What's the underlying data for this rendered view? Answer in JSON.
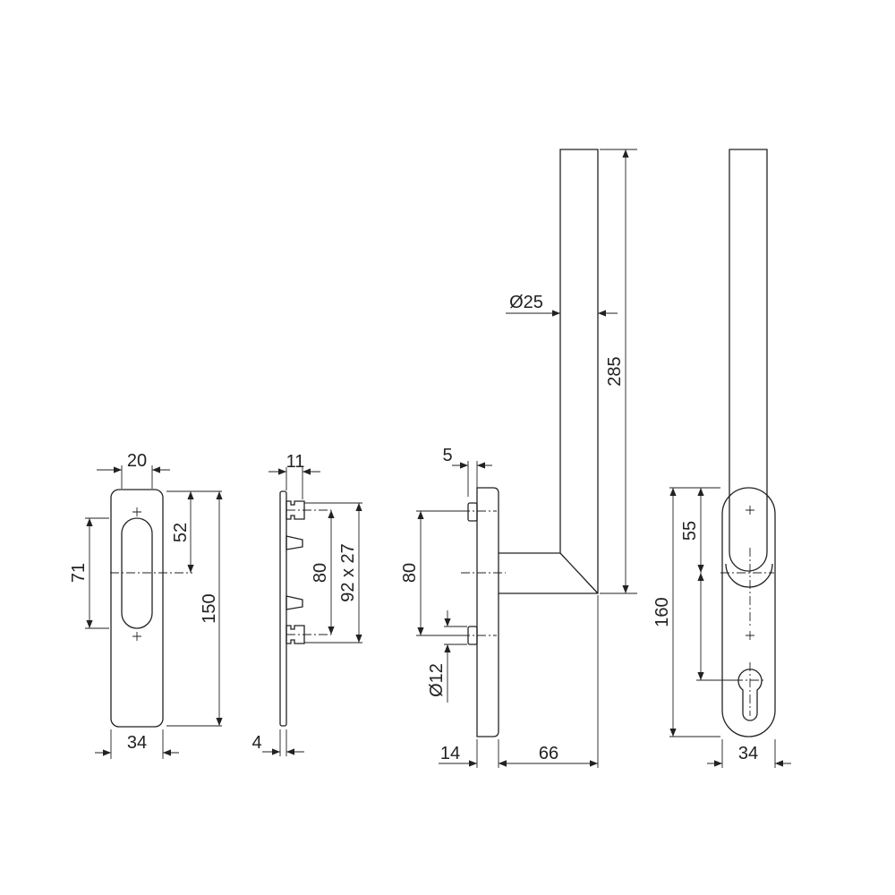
{
  "drawing": {
    "colors": {
      "line": "#222222",
      "background": "#ffffff"
    },
    "rosette_front": {
      "width_top": "20",
      "slot_offset": "52",
      "slot_length": "71",
      "height": "150",
      "width": "34"
    },
    "rosette_side": {
      "depth": "11",
      "plate_thickness": "4",
      "spacing": "80",
      "block": "92 x 27"
    },
    "handle_side": {
      "diameter": "Ø25",
      "length": "285",
      "pin_offset": "5",
      "screw_spacing": "80",
      "screw_diameter": "Ø12",
      "rosette_depth": "14",
      "projection": "66"
    },
    "handle_front": {
      "height": "160",
      "top_offset": "55",
      "width": "34"
    }
  }
}
